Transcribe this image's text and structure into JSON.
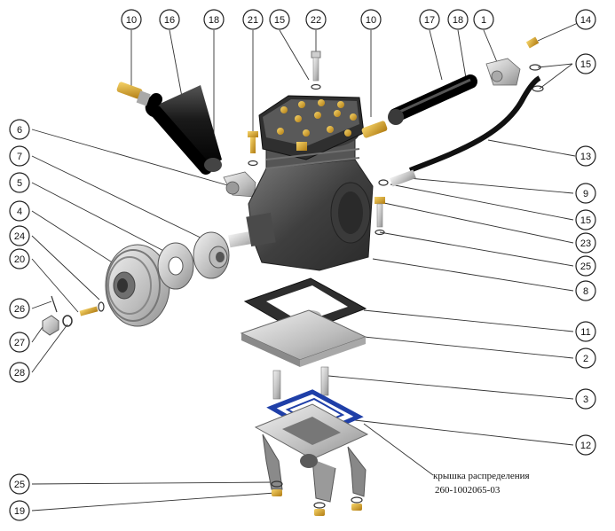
{
  "callouts": [
    "10",
    "16",
    "18",
    "21",
    "15",
    "22",
    "10",
    "17",
    "18",
    "1",
    "14",
    "15",
    "6",
    "13",
    "7",
    "9",
    "5",
    "15",
    "4",
    "23",
    "24",
    "25",
    "20",
    "8",
    "26",
    "11",
    "27",
    "28",
    "2",
    "3",
    "12",
    "25",
    "19"
  ],
  "note": {
    "line1": "крышка распределения",
    "line2": "260-1002065-03"
  },
  "colors": {
    "housing": "#4a4a4a",
    "brass": "#d7a22a",
    "gasket_blue": "#1f3fa8",
    "steel": "#c9c9c9"
  }
}
